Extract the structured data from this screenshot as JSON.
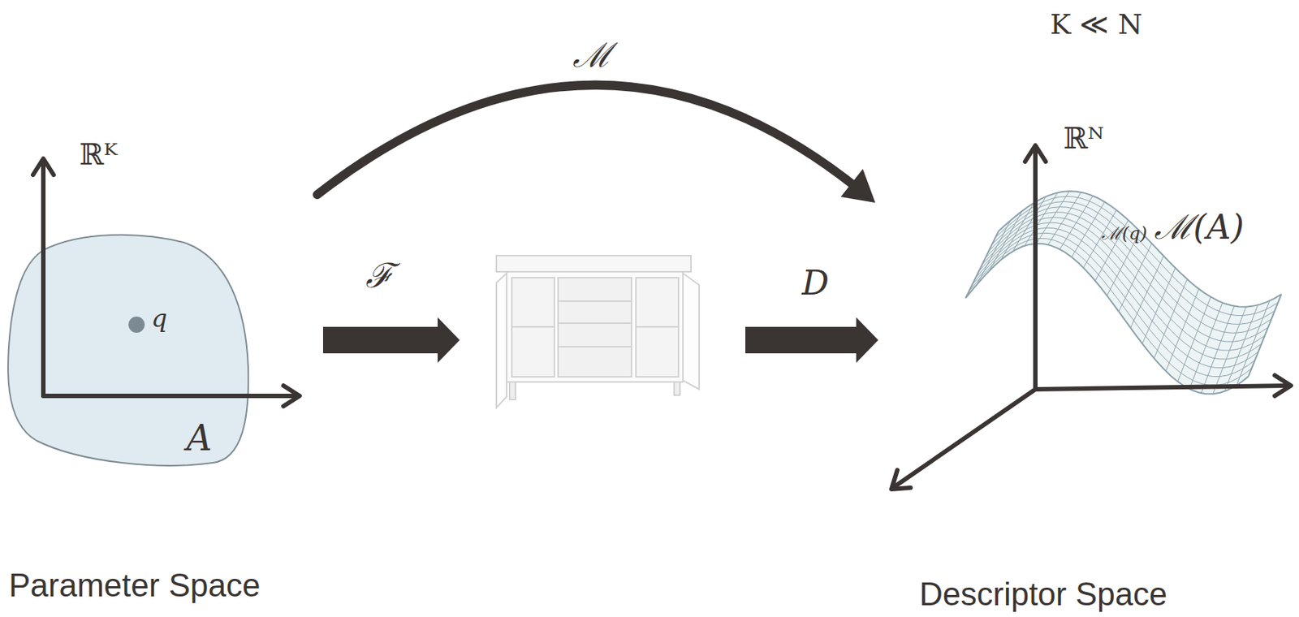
{
  "diagram": {
    "labels": [
      "ℳ",
      "K ≪ N",
      "ℝᴷ",
      "q",
      "A",
      "ℱ",
      "D",
      "ℝᴺ",
      "ℳ(q)",
      "ℳ(A)",
      "Parameter Space",
      "Descriptor Space"
    ]
  }
}
